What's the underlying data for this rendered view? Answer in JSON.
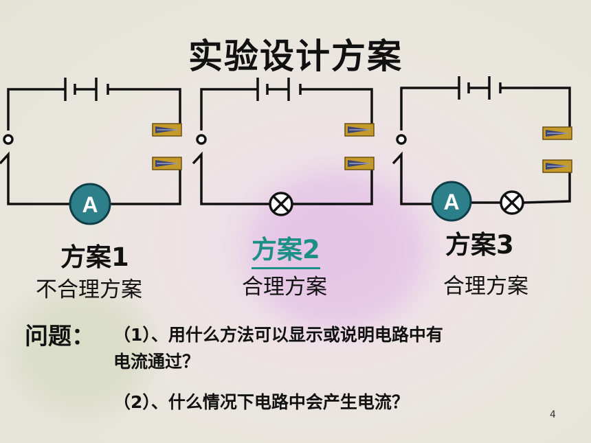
{
  "title": "实验设计方案",
  "plans": [
    {
      "title": "方案1",
      "subtitle": "不合理方案"
    },
    {
      "title": "方案2",
      "subtitle": "合理方案"
    },
    {
      "title": "方案3",
      "subtitle": "合理方案"
    }
  ],
  "meter_symbol": "A",
  "question": {
    "heading": "问题：",
    "q1_line1": "（1）、用什么方法可以显示或说明电路中有",
    "q1_line2": "电流通过？",
    "q2": "（2）、什么情况下电路中会产生电流？"
  },
  "page_number": "4",
  "colors": {
    "wire": "#111111",
    "link_text": "#1c8f86",
    "clip": "#c49a2a"
  }
}
